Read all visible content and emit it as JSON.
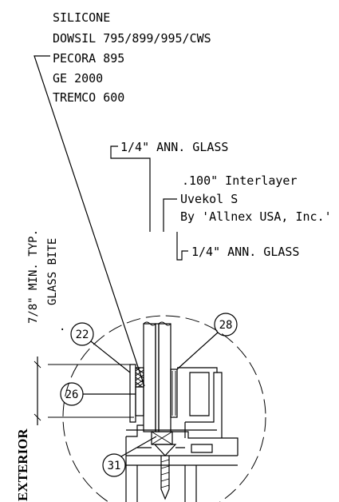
{
  "sealant": {
    "title": "SILICONE",
    "products": [
      "DOWSIL 795/899/995/CWS",
      "PECORA 895",
      "GE 2000",
      "TREMCO 600"
    ]
  },
  "labels": {
    "outer_glass": "1/4\" ANN. GLASS",
    "interlayer_thickness": ".100\" Interlayer",
    "interlayer_product": "Uvekol S",
    "interlayer_maker": "By 'Allnex USA, Inc.'",
    "inner_glass": "1/4\" ANN. GLASS",
    "min_bite": "7/8\" MIN. TYP.",
    "glass_bite": "GLASS BITE",
    "exterior": "EXTERIOR"
  },
  "callouts": [
    "22",
    "26",
    "28",
    "31"
  ]
}
